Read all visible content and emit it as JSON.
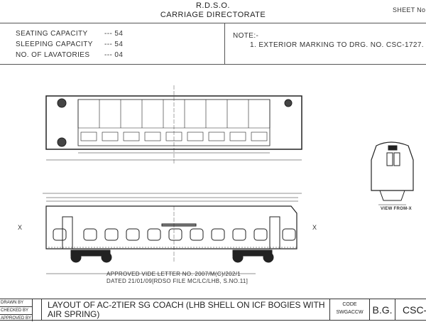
{
  "header": {
    "org": "R.D.S.O.",
    "directorate": "CARRIAGE DIRECTORATE",
    "sheet_label": "SHEET No"
  },
  "capacities": [
    {
      "label": "SEATING CAPACITY",
      "value": "--- 54"
    },
    {
      "label": "SLEEPING CAPACITY",
      "value": "--- 54"
    },
    {
      "label": "NO. OF LAVATORIES",
      "value": "--- 04"
    }
  ],
  "notes": {
    "heading": "NOTE:-",
    "items": [
      "1. EXTERIOR MARKING TO DRG. NO. CSC-1727."
    ]
  },
  "drawing": {
    "section_marker": "X",
    "end_view_caption": "VIEW FROM-X"
  },
  "approval": {
    "line1": "APPROVED VIDE LETTER NO. 2007/M(C)/202/1",
    "line2": "DATED 21/01/09[RDSO FILE MC/LC/LHB, S.NO.11]"
  },
  "title_block": {
    "signatures": [
      "DRAWN BY",
      "CHECKED BY",
      "APPROVED BY"
    ],
    "title": "LAYOUT OF AC-2TIER SG COACH (LHB SHELL ON ICF BOGIES WITH AIR SPRING)",
    "code_label": "CODE",
    "code_value": "SWGACCW",
    "gauge": "B.G.",
    "drawing_no": "CSC-"
  }
}
